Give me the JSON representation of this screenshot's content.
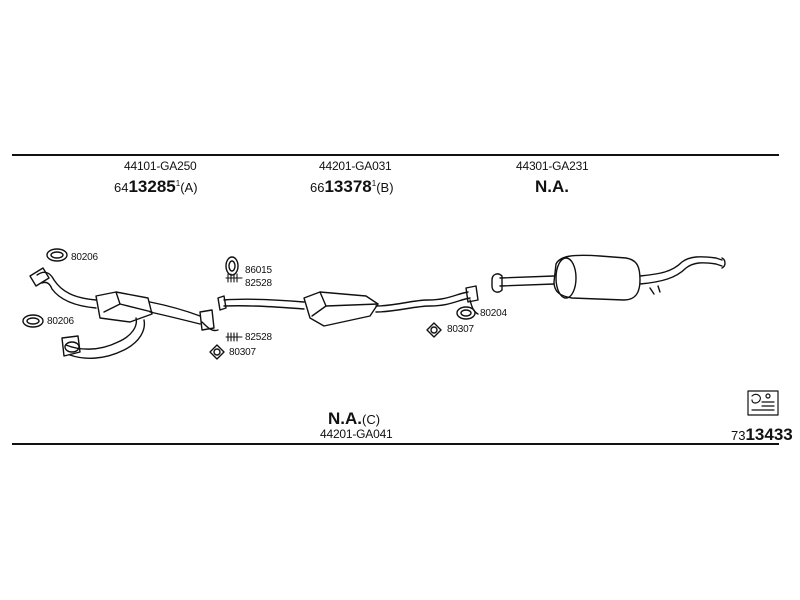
{
  "groups": [
    {
      "part_number": "44101-GA250",
      "ref_prefix": "64",
      "ref_main": "13285",
      "ref_sup": "1",
      "ref_suffix": "(A)"
    },
    {
      "part_number": "44201-GA031",
      "ref_prefix": "66",
      "ref_main": "13378",
      "ref_sup": "1",
      "ref_suffix": "(B)"
    },
    {
      "part_number": "44301-GA231",
      "na": "N.A."
    }
  ],
  "bottom_group": {
    "na": "N.A.",
    "suffix": "(C)",
    "part_number": "44201-GA041"
  },
  "callouts": {
    "c1": "80206",
    "c2": "80206",
    "c3": "86015",
    "c4": "82528",
    "c5": "82528",
    "c6": "80307",
    "c7": "80204",
    "c8": "80307"
  },
  "catalog_ref": {
    "prefix": "73",
    "main": "13433"
  },
  "icons": [
    "gasket-ring-icon",
    "spring-bolt-icon",
    "nut-icon",
    "instructions-icon"
  ]
}
